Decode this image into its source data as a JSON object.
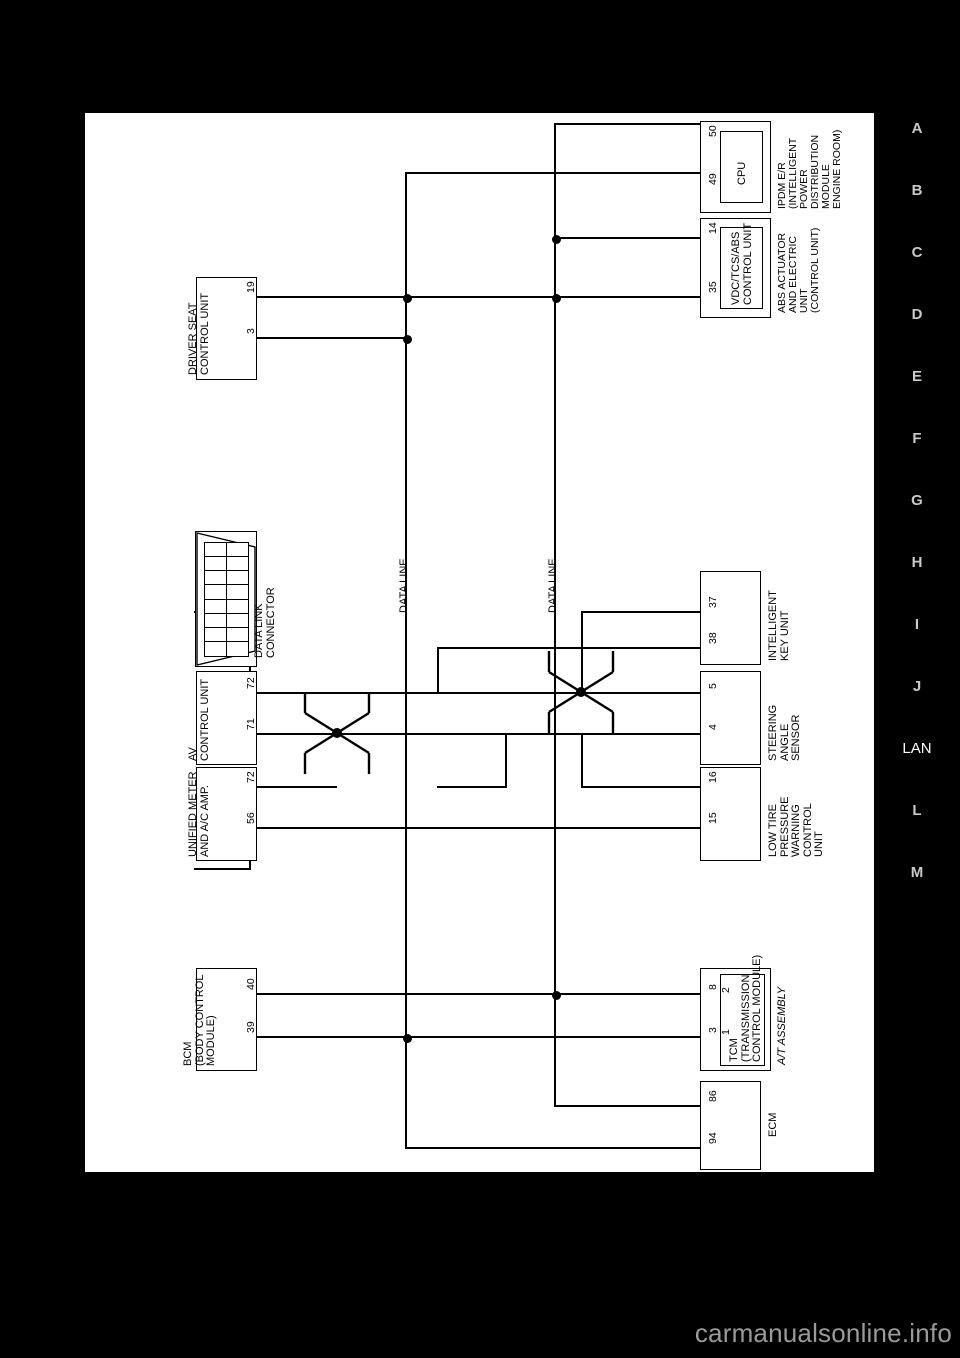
{
  "document": {
    "kind": "wiring-diagram",
    "section_label": "LAN",
    "watermark": "carmanualsonline.info"
  },
  "index_rail": {
    "items": [
      {
        "label": "A",
        "current": false
      },
      {
        "label": "B",
        "current": false
      },
      {
        "label": "C",
        "current": false
      },
      {
        "label": "D",
        "current": false
      },
      {
        "label": "E",
        "current": false
      },
      {
        "label": "F",
        "current": false
      },
      {
        "label": "G",
        "current": false
      },
      {
        "label": "H",
        "current": false
      },
      {
        "label": "I",
        "current": false
      },
      {
        "label": "J",
        "current": false
      },
      {
        "label": "LAN",
        "current": true
      },
      {
        "label": "L",
        "current": false
      },
      {
        "label": "M",
        "current": false
      }
    ]
  },
  "bus": {
    "line_label_1": "DATA LINE",
    "line_label_2": "DATA LINE"
  },
  "modules": {
    "driver_seat_control_unit": {
      "name": "DRIVER SEAT\nCONTROL UNIT",
      "pins": [
        "19",
        "3"
      ]
    },
    "ipdm_er": {
      "name": "IPDM E/R\n(INTELLIGENT\nPOWER\nDISTRIBUTION\nMODULE\nENGINE ROOM)",
      "inner_label": "CPU",
      "pins": [
        "50",
        "49"
      ]
    },
    "abs_actuator": {
      "name": "ABS ACTUATOR\nAND ELECTRIC\nUNIT\n(CONTROL UNIT)",
      "inner_label": "VDC/TCS/ABS\nCONTROL UNIT",
      "pins": [
        "14",
        "35"
      ]
    },
    "data_link_connector": {
      "name": "DATA LINK\nCONNECTOR",
      "pin_rows": 8,
      "pin_cols": 2
    },
    "av_control_unit": {
      "name": "AV\nCONTROL UNIT",
      "pins": [
        "72",
        "71"
      ]
    },
    "unified_meter": {
      "name": "UNIFIED METER\nAND A/C AMP.",
      "pins": [
        "72",
        "56"
      ]
    },
    "bcm": {
      "name": "BCM\n(BODY CONTROL\nMODULE)",
      "pins": [
        "40",
        "39"
      ]
    },
    "intelligent_key_unit": {
      "name": "INTELLIGENT\nKEY UNIT",
      "pins": [
        "37",
        "38"
      ]
    },
    "steering_angle_sensor": {
      "name": "STEERING\nANGLE\nSENSOR",
      "pins": [
        "5",
        "4"
      ]
    },
    "low_tire_pressure": {
      "name": "LOW TIRE\nPRESSURE\nWARNING\nCONTROL\nUNIT",
      "pins": [
        "16",
        "15"
      ]
    },
    "at_assembly": {
      "name": "A/T ASSEMBLY",
      "inner_label": "TCM\n(TRANSMISSION\nCONTROL MODULE)",
      "outer_pins": [
        "8",
        "3"
      ],
      "inner_pins": [
        "2",
        "1"
      ]
    },
    "ecm": {
      "name": "ECM",
      "pins": [
        "86",
        "94"
      ]
    }
  },
  "colors": {
    "page": "#ffffff",
    "background": "#000000",
    "wire": "#000000",
    "index_inactive": "#c9c9c9",
    "index_active": "#ffffff",
    "watermark": "#9a9a9a"
  }
}
